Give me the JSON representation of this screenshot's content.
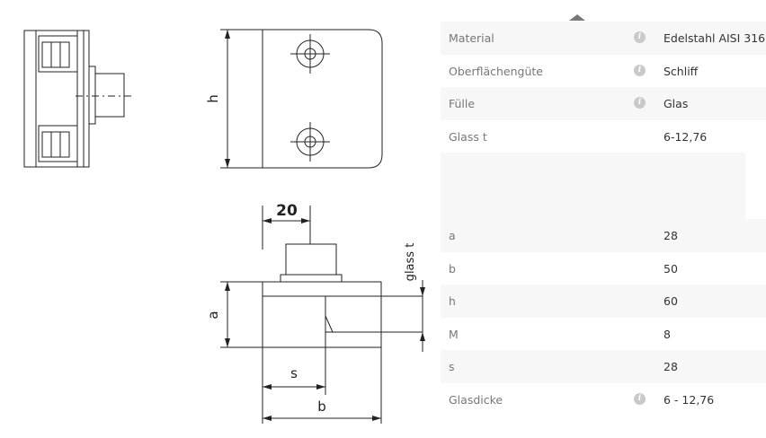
{
  "dims": {
    "h": "h",
    "a": "a",
    "s": "s",
    "b": "b",
    "twenty": "20",
    "glass_t": "glass t"
  },
  "specs": [
    {
      "label": "Material",
      "value": "Edelstahl AISI 316",
      "info": true
    },
    {
      "label": "Oberflächengüte",
      "value": "Schliff",
      "info": true
    },
    {
      "label": "Fülle",
      "value": "Glas",
      "info": true
    },
    {
      "label": "Glass t",
      "value": "6-12,76",
      "info": false
    }
  ],
  "specs2": [
    {
      "label": "a",
      "value": "28",
      "info": false
    },
    {
      "label": "b",
      "value": "50",
      "info": false
    },
    {
      "label": "h",
      "value": "60",
      "info": false
    },
    {
      "label": "M",
      "value": "8",
      "info": false
    },
    {
      "label": "s",
      "value": "28",
      "info": false
    },
    {
      "label": "Glasdicke",
      "value": "6 - 12,76",
      "info": true
    }
  ],
  "info_glyph": "i"
}
